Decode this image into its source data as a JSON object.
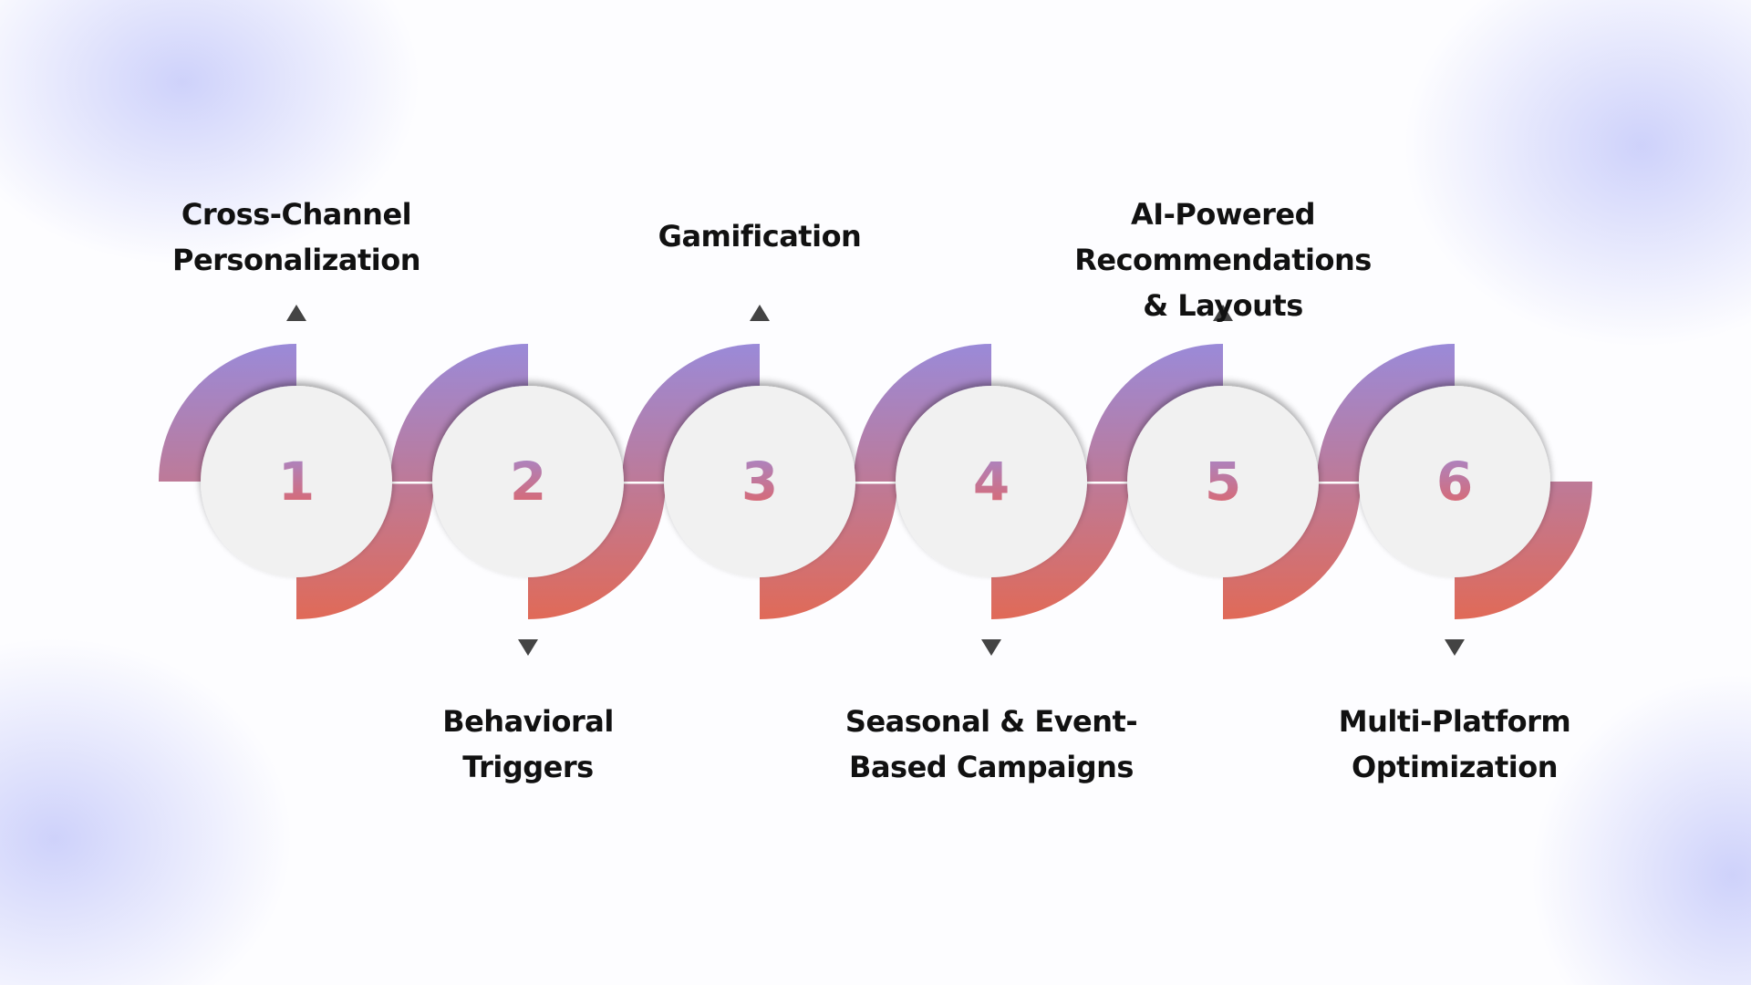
{
  "colors": {
    "gradient_top": "#9a8ad9",
    "gradient_bottom": "#e06a58",
    "circle": "#f1f1f1",
    "arrow": "#444444"
  },
  "steps": [
    {
      "number": "1",
      "label": [
        "Cross-Channel",
        "Personalization"
      ],
      "position": "top"
    },
    {
      "number": "2",
      "label": [
        "Behavioral",
        "Triggers"
      ],
      "position": "bottom"
    },
    {
      "number": "3",
      "label": [
        "Gamification"
      ],
      "position": "top"
    },
    {
      "number": "4",
      "label": [
        "Seasonal & Event-",
        "Based Campaigns"
      ],
      "position": "bottom"
    },
    {
      "number": "5",
      "label": [
        "AI-Powered Recommendations",
        "& Layouts"
      ],
      "position": "top"
    },
    {
      "number": "6",
      "label": [
        "Multi-Platform",
        "Optimization"
      ],
      "position": "bottom"
    }
  ]
}
